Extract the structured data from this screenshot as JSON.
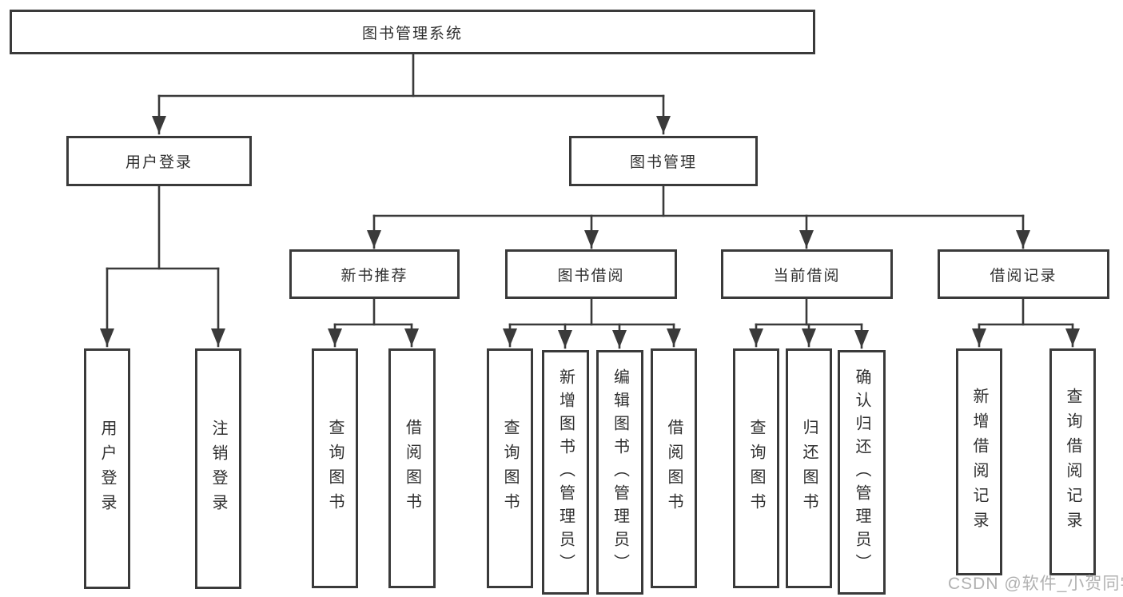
{
  "title": "图书管理系统",
  "tree": {
    "root": "图书管理系统",
    "branches": [
      {
        "label": "用户登录",
        "children": [
          "用户登录",
          "注销登录"
        ]
      },
      {
        "label": "图书管理",
        "modules": [
          {
            "label": "新书推荐",
            "children": [
              "查询图书",
              "借阅图书"
            ]
          },
          {
            "label": "图书借阅",
            "children": [
              "查询图书",
              "新增图书（管理员）",
              "编辑图书（管理员）",
              "借阅图书"
            ]
          },
          {
            "label": "当前借阅",
            "children": [
              "查询图书",
              "归还图书",
              "确认归还（管理员）"
            ]
          },
          {
            "label": "借阅记录",
            "children": [
              "新增借阅记录",
              "查询借阅记录"
            ]
          }
        ]
      }
    ]
  },
  "watermark": "CSDN @软件_小贺同学",
  "colors": {
    "line": "#3a3a3a",
    "text": "#2f2f2f",
    "watermark": "#a8a8a8",
    "background": "#ffffff"
  }
}
